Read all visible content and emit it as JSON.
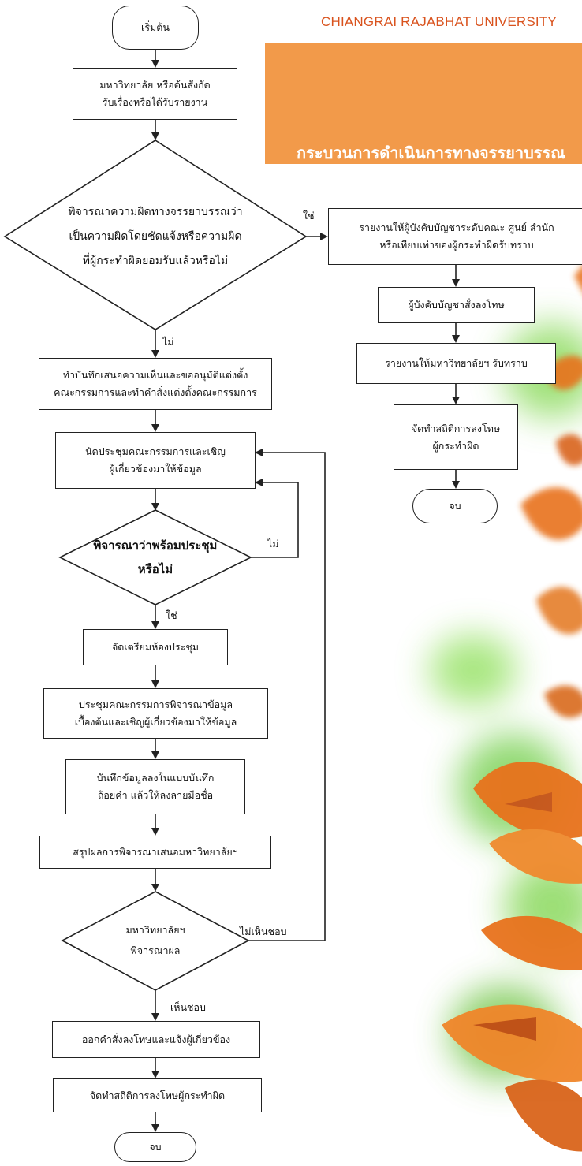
{
  "header": {
    "university": "CHIANGRAI RAJABHAT UNIVERSITY",
    "banner_title": "กระบวนการดำเนินการทางจรรยาบรรณ"
  },
  "flowchart": {
    "start": "เริ่มต้น",
    "receive": [
      "มหาวิทยาลัย หรือต้นสังกัด",
      "รับเรื่องหรือได้รับรายงาน"
    ],
    "decision_clear": [
      "พิจารณาความผิดทางจรรยาบรรณว่า",
      "เป็นความผิดโดยชัดแจ้งหรือความผิด",
      "ที่ผู้กระทำผิดยอมรับแล้วหรือไม่"
    ],
    "yes": "ใช่",
    "no": "ไม่",
    "report_superior": [
      "รายงานให้ผู้บังคับบัญชาระดับคณะ ศูนย์ สำนัก",
      "หรือเทียบเท่าของผู้กระทำผิดรับทราบ"
    ],
    "order_penalty": "ผู้บังคับบัญชาสั่งลงโทษ",
    "report_university": "รายงานให้มหาวิทยาลัยฯ รับทราบ",
    "stats_right": [
      "จัดทำสถิติการลงโทษ",
      "ผู้กระทำผิด"
    ],
    "end": "จบ",
    "memo": [
      "ทำบันทึกเสนอความเห็นและขออนุมัติแต่งตั้ง",
      "คณะกรรมการและทำคำสั่งแต่งตั้งคณะกรรมการ"
    ],
    "schedule_meeting": [
      "นัดประชุมคณะกรรมการและเชิญ",
      "ผู้เกี่ยวข้องมาให้ข้อมูล"
    ],
    "decision_ready": [
      "พิจารณาว่าพร้อมประชุม",
      "หรือไม่"
    ],
    "prepare_room": "จัดเตรียมห้องประชุม",
    "meeting": [
      "ประชุมคณะกรรมการพิจารณาข้อมูล",
      "เบื้องต้นและเชิญผู้เกี่ยวข้องมาให้ข้อมูล"
    ],
    "record": [
      "บันทึกข้อมูลลงในแบบบันทึก",
      "ถ้อยคำ แล้วให้ลงลายมือชื่อ"
    ],
    "summary": "สรุปผลการพิจารณาเสนอมหาวิทยาลัยฯ",
    "decision_university": [
      "มหาวิทยาลัยฯ",
      "พิจารณาผล"
    ],
    "disagree": "ไม่เห็นชอบ",
    "agree": "เห็นชอบ",
    "issue_order": "ออกคำสั่งลงโทษและแจ้งผู้เกี่ยวข้อง",
    "stats_left": "จัดทำสถิติการลงโทษผู้กระทำผิด"
  },
  "colors": {
    "banner": "#f29a4a",
    "university_text": "#d9531e",
    "flower": "#e8721c",
    "leaf_green": "#7fd35a"
  }
}
